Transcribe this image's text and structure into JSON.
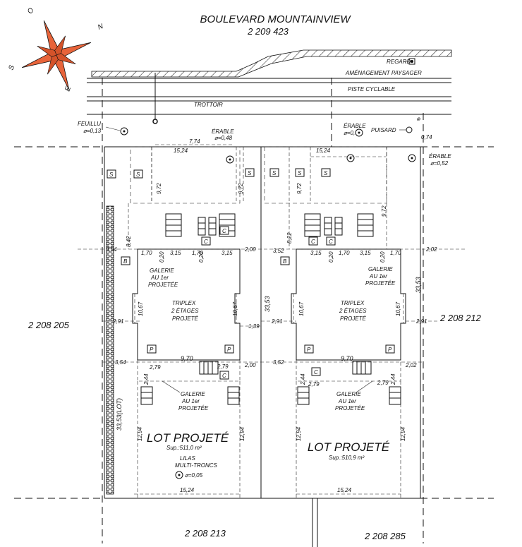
{
  "street": {
    "name": "BOULEVARD MOUNTAINVIEW",
    "lot": "2 209 423"
  },
  "compass": {
    "n": "N",
    "s": "S",
    "e": "E",
    "o": "O"
  },
  "strips": {
    "regard": "REGARD",
    "landscaping": "AMÉNAGEMENT PAYSAGER",
    "bike": "PISTE CYCLABLE",
    "sidewalk": "TROTTOIR"
  },
  "trees": {
    "feuillu": "FEUILLU",
    "feuillu_d": "⌀=0,13",
    "erable1": "ÉRABLE",
    "erable1_d": "⌀=0,48",
    "erable2": "ÉRABLE",
    "erable2_d": "⌀=0,73",
    "puisard": "PUISARD",
    "erable3": "ÉRABLE",
    "erable3_d": "⌀=0,52",
    "lilas1": "LILAS",
    "lilas2": "MULTI-TRONCS",
    "lilas_d": "⌀=0,05"
  },
  "neighbors": {
    "west": "2 208 205",
    "east": "2 208 212",
    "south_left": "2 208 213",
    "south_right": "2 208 285"
  },
  "lots": [
    {
      "title": "LOT PROJETÉ",
      "area": "Sup.:511,0 m²",
      "building1": "TRIPLEX",
      "building2": "2 ÉTAGES",
      "building3": "PROJETÉ"
    },
    {
      "title": "LOT PROJETÉ",
      "area": "Sup.:510,9 m²",
      "building1": "TRIPLEX",
      "building2": "2 ÉTAGES",
      "building3": "PROJETÉ"
    }
  ],
  "galerie": {
    "l1": "GALERIE",
    "l2": "AU 1er",
    "l3": "PROJETÉE"
  },
  "markers": {
    "s": "S",
    "c": "C",
    "b": "B",
    "p": "P"
  },
  "dims": {
    "d774": "7,74",
    "d1524": "15,24",
    "d972": "9,72",
    "d842": "8,42",
    "d354": "3,54",
    "d170": "1,70",
    "d020": "0,20",
    "d315": "3,15",
    "d200": "2,00",
    "d352": "3,52",
    "d822": "8,22",
    "d202": "2,02",
    "d3353": "33,53",
    "d1067": "10,67",
    "d291": "2,91",
    "d139": "1,39",
    "d970": "9,70",
    "d279": "2,79",
    "d244": "2,44",
    "d1294": "12,94",
    "d3353lot": "33,53(LOT)",
    "d074": "0,74"
  }
}
